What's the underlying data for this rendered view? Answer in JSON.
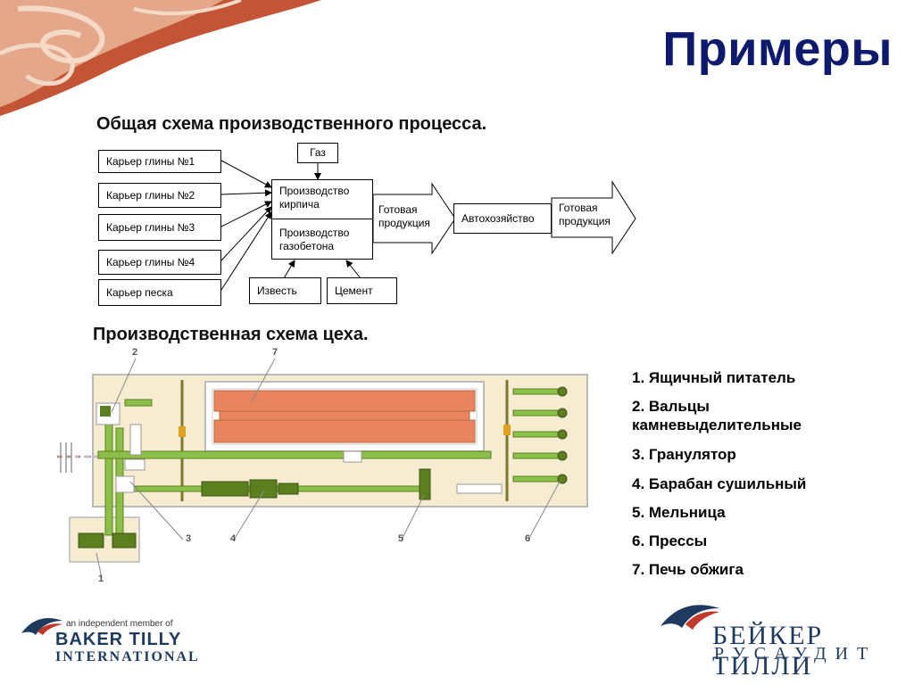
{
  "slide": {
    "title": "Примеры",
    "subtitle_process": "Общая схема производственного процесса.",
    "subtitle_workshop": "Производственная схема цеха."
  },
  "flow": {
    "sources": [
      "Карьер глины №1",
      "Карьер глины №2",
      "Карьер глины №3",
      "Карьер глины №4",
      "Карьер песка"
    ],
    "gas": "Газ",
    "production_brick": "Производство кирпича",
    "production_aerated": "Производство газобетона",
    "lime": "Известь",
    "cement": "Цемент",
    "finished_1": "Готовая продукция",
    "transport": "Автохозяйство",
    "finished_2": "Готовая продукция"
  },
  "legend": [
    "1. Ящичный питатель",
    "2. Вальцы камневыделительные",
    "3. Гранулятор",
    "4. Барабан сушильный",
    "5. Мельница",
    "6. Прессы",
    "7. Печь обжига"
  ],
  "plan_labels": [
    "1",
    "2",
    "3",
    "4",
    "5",
    "6",
    "7"
  ],
  "logos": {
    "left_tagline": "an independent member of",
    "left_name": "BAKER TILLY",
    "left_sub": "INTERNATIONAL",
    "right_name": "БЕЙКЕР ТИЛЛИ",
    "right_sub": "РУСАУДИТ"
  },
  "colors": {
    "title": "#0d1a6e",
    "kiln": "#e8855e",
    "conveyor": "#8cc04a",
    "machine": "#5b7f1e",
    "floor": "#f6ecd2",
    "decor": "#b8402a"
  }
}
